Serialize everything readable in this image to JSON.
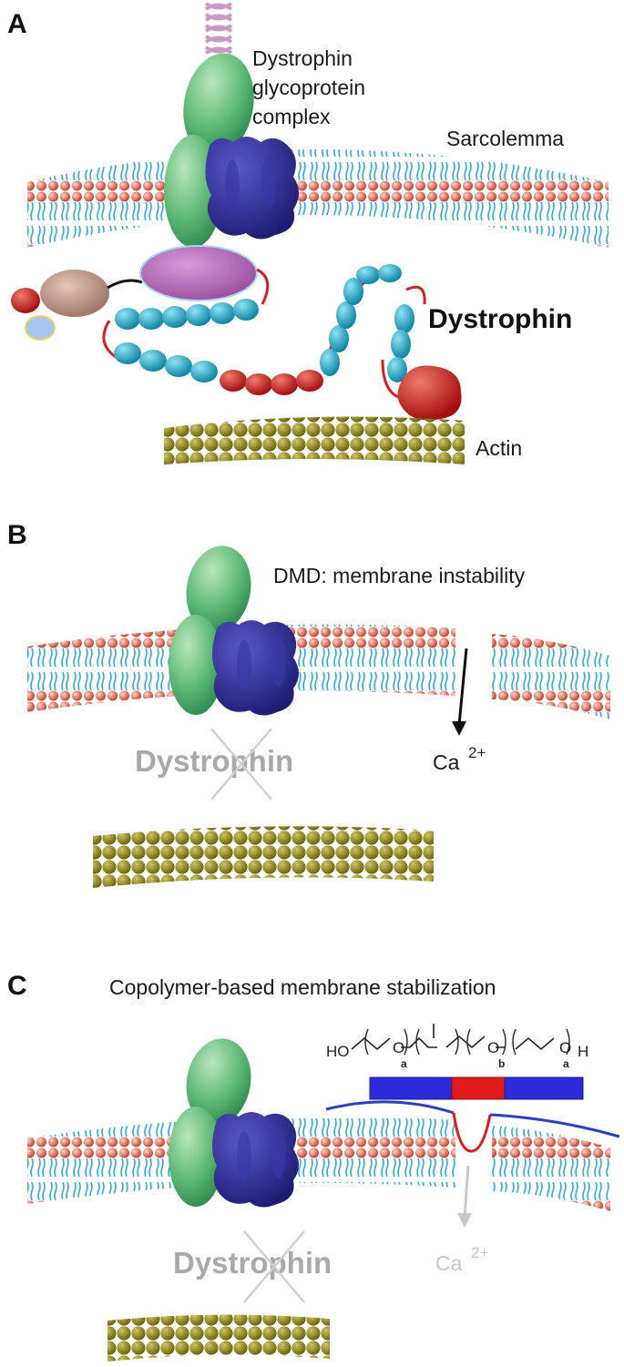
{
  "panels": {
    "a": {
      "letter": "A",
      "dgc_label_line1": "Dystrophin",
      "dgc_label_line2": "glycoprotein",
      "dgc_label_line3": "complex",
      "sarcolemma_label": "Sarcolemma",
      "dystrophin_label": "Dystrophin",
      "actin_label": "Actin"
    },
    "b": {
      "letter": "B",
      "title": "DMD: membrane instability",
      "dystrophin_absent_label": "Dystrophin",
      "calcium_label": "Ca",
      "calcium_charge": "2+"
    },
    "c": {
      "letter": "C",
      "title": "Copolymer-based membrane stabilization",
      "chem_ho": "HO",
      "chem_h": "H",
      "chem_sub_a1": "a",
      "chem_sub_b": "b",
      "chem_sub_a2": "a",
      "dystrophin_absent_label": "Dystrophin",
      "calcium_label": "Ca",
      "calcium_charge": "2+"
    }
  },
  "colors": {
    "lipid_head": "#d9533f",
    "lipid_tail": "#29a9e0",
    "dgc_green": "#5cb874",
    "dgc_navy": "#2d2a8c",
    "dystrophin_cyan": "#1fa9c9",
    "dystrophin_red": "#c81e1e",
    "actin_olive": "#8d8619",
    "copolymer_peo": "#2b2bd9",
    "copolymer_ppo": "#e01a1a"
  }
}
